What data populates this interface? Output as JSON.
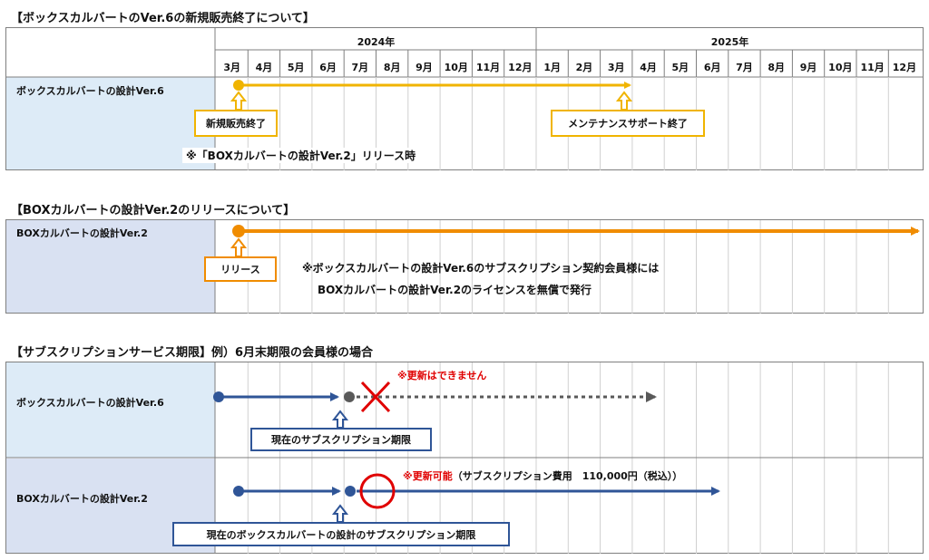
{
  "section1": {
    "heading": "【ボックスカルバートのVer.6の新規販売終了について】",
    "year_2024": "2024年",
    "year_2025": "2025年",
    "months": [
      "3月",
      "4月",
      "5月",
      "6月",
      "7月",
      "8月",
      "9月",
      "10月",
      "11月",
      "12月",
      "1月",
      "2月",
      "3月",
      "4月",
      "5月",
      "6月",
      "7月",
      "8月",
      "9月",
      "10月",
      "11月",
      "12月"
    ],
    "row_label": "ボックスカルバートの設計Ver.6",
    "callout_end_sales": "新規販売終了",
    "callout_end_support": "メンテナンスサポート終了",
    "note": "※「BOXカルバートの設計Ver.2」リリース時"
  },
  "section2": {
    "heading": "【BOXカルバートの設計Ver.2のリリースについて】",
    "row_label": "BOXカルバートの設計Ver.2",
    "callout_release": "リリース",
    "note_line1": "※ボックスカルバートの設計Ver.6のサブスクリプション契約会員様には",
    "note_line2": "BOXカルバートの設計Ver.2のライセンスを無償で発行"
  },
  "section3": {
    "heading": "【サブスクリプションサービス期限】例）6月末期限の会員様の場合",
    "row1_label": "ボックスカルバートの設計Ver.6",
    "row2_label": "BOXカルバートの設計Ver.2",
    "no_renewal": "※更新はできません",
    "renewal_prefix": "※更新可能",
    "renewal_detail": "（サブスクリプション費用　110,000円（税込））",
    "callout_current": "現在のサブスクリプション期限",
    "callout_current2": "現在のボックスカルバートの設計のサブスクリプション期限"
  },
  "colors": {
    "orange": "#f0a800",
    "orange2": "#f08c00",
    "navy": "#2f5597",
    "red": "#e00000",
    "label_bg1": "#ddebf7",
    "label_bg2": "#d9e1f2"
  }
}
